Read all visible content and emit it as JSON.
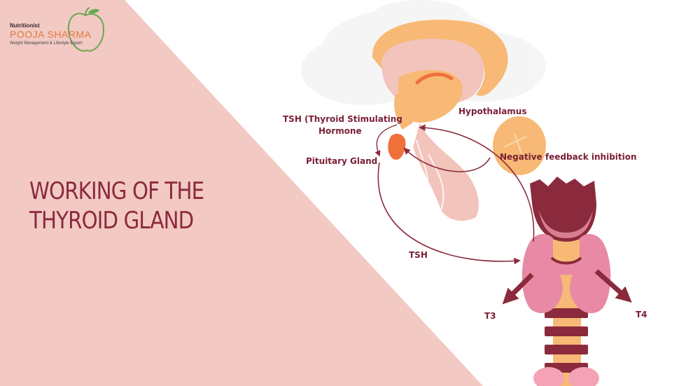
{
  "logo": {
    "prefix": "Nutritionist",
    "name": "POOJA SHARMA",
    "tagline": "Weight Management & Lifestyle Expert"
  },
  "title": {
    "line1": "WORKING OF THE",
    "line2": "THYROID GLAND"
  },
  "labels": {
    "hypothalamus": "Hypothalamus",
    "tsh_full_line1": "TSH (Thyroid Stimulating",
    "tsh_full_line2": "Hormone",
    "pituitary": "Pituitary Gland",
    "feedback": "Negative feedback inhibition",
    "tsh": "TSH",
    "t3": "T3",
    "t4": "T4"
  },
  "colors": {
    "background_pink": "#f3c9c4",
    "accent_maroon": "#8b2a3c",
    "logo_orange": "#e07a3c",
    "logo_green": "#6aa84f"
  }
}
